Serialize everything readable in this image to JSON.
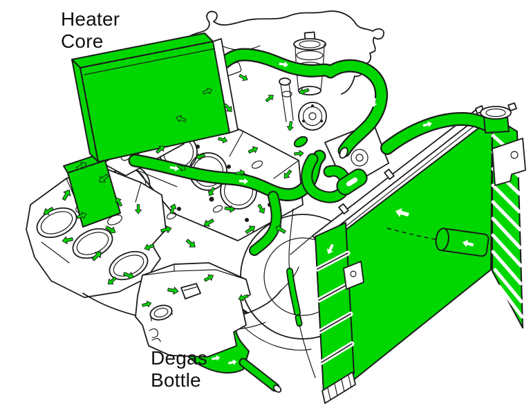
{
  "title": "Engine cooling system coolant flow diagram",
  "colors": {
    "highlight_green": "#00d600",
    "line": "#1b1b1b",
    "background": "#ffffff",
    "label_text": "#111111"
  },
  "labels": {
    "heater_core": {
      "line1": "Heater",
      "line2": "Core"
    },
    "degas_bottle": {
      "line1": "Degas",
      "line2": "Bottle"
    }
  },
  "parts": [
    "heater-core",
    "heater-hoses",
    "engine-block",
    "cylinder-head-gasket",
    "coolant-flow-arrows",
    "thermostat-housing",
    "water-pump-pulley",
    "fan-shroud",
    "radiator",
    "radiator-cap",
    "upper-radiator-hose",
    "lower-radiator-pipe",
    "degas-bottle",
    "degas-hose"
  ]
}
